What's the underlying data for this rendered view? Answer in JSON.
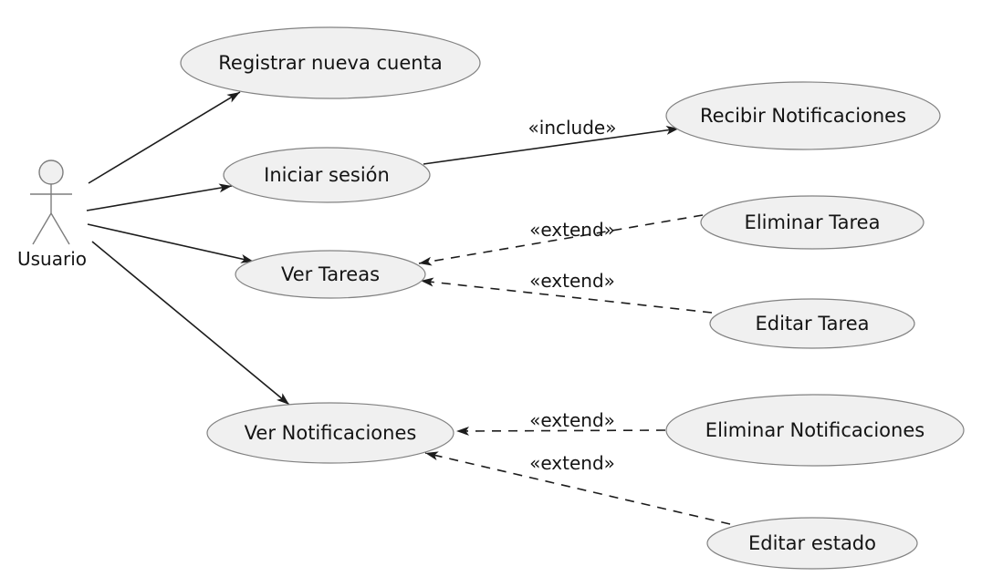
{
  "actor": {
    "label": "Usuario"
  },
  "use_cases": {
    "registrar_nueva_cuenta": {
      "label": "Registrar nueva cuenta"
    },
    "iniciar_sesion": {
      "label": "Iniciar sesión"
    },
    "recibir_notificaciones": {
      "label": "Recibir Notificaciones"
    },
    "eliminar_tarea": {
      "label": "Eliminar Tarea"
    },
    "ver_tareas": {
      "label": "Ver Tareas"
    },
    "editar_tarea": {
      "label": "Editar Tarea"
    },
    "ver_notificaciones": {
      "label": "Ver Notificaciones"
    },
    "eliminar_notificaciones": {
      "label": "Eliminar Notificaciones"
    },
    "editar_estado": {
      "label": "Editar estado"
    }
  },
  "relations": {
    "include_iniciar_recibir": {
      "label": "«include»"
    },
    "extend_eliminar_tarea": {
      "label": "«extend»"
    },
    "extend_editar_tarea": {
      "label": "«extend»"
    },
    "extend_eliminar_notificaciones": {
      "label": "«extend»"
    },
    "extend_editar_estado": {
      "label": "«extend»"
    }
  },
  "colors": {
    "background": "#ffffff",
    "ellipse_fill": "#f0f0f0",
    "ellipse_stroke": "#828282",
    "connector": "#1c1c1c",
    "text": "#141414",
    "actor_stroke": "#7d7d7d"
  }
}
